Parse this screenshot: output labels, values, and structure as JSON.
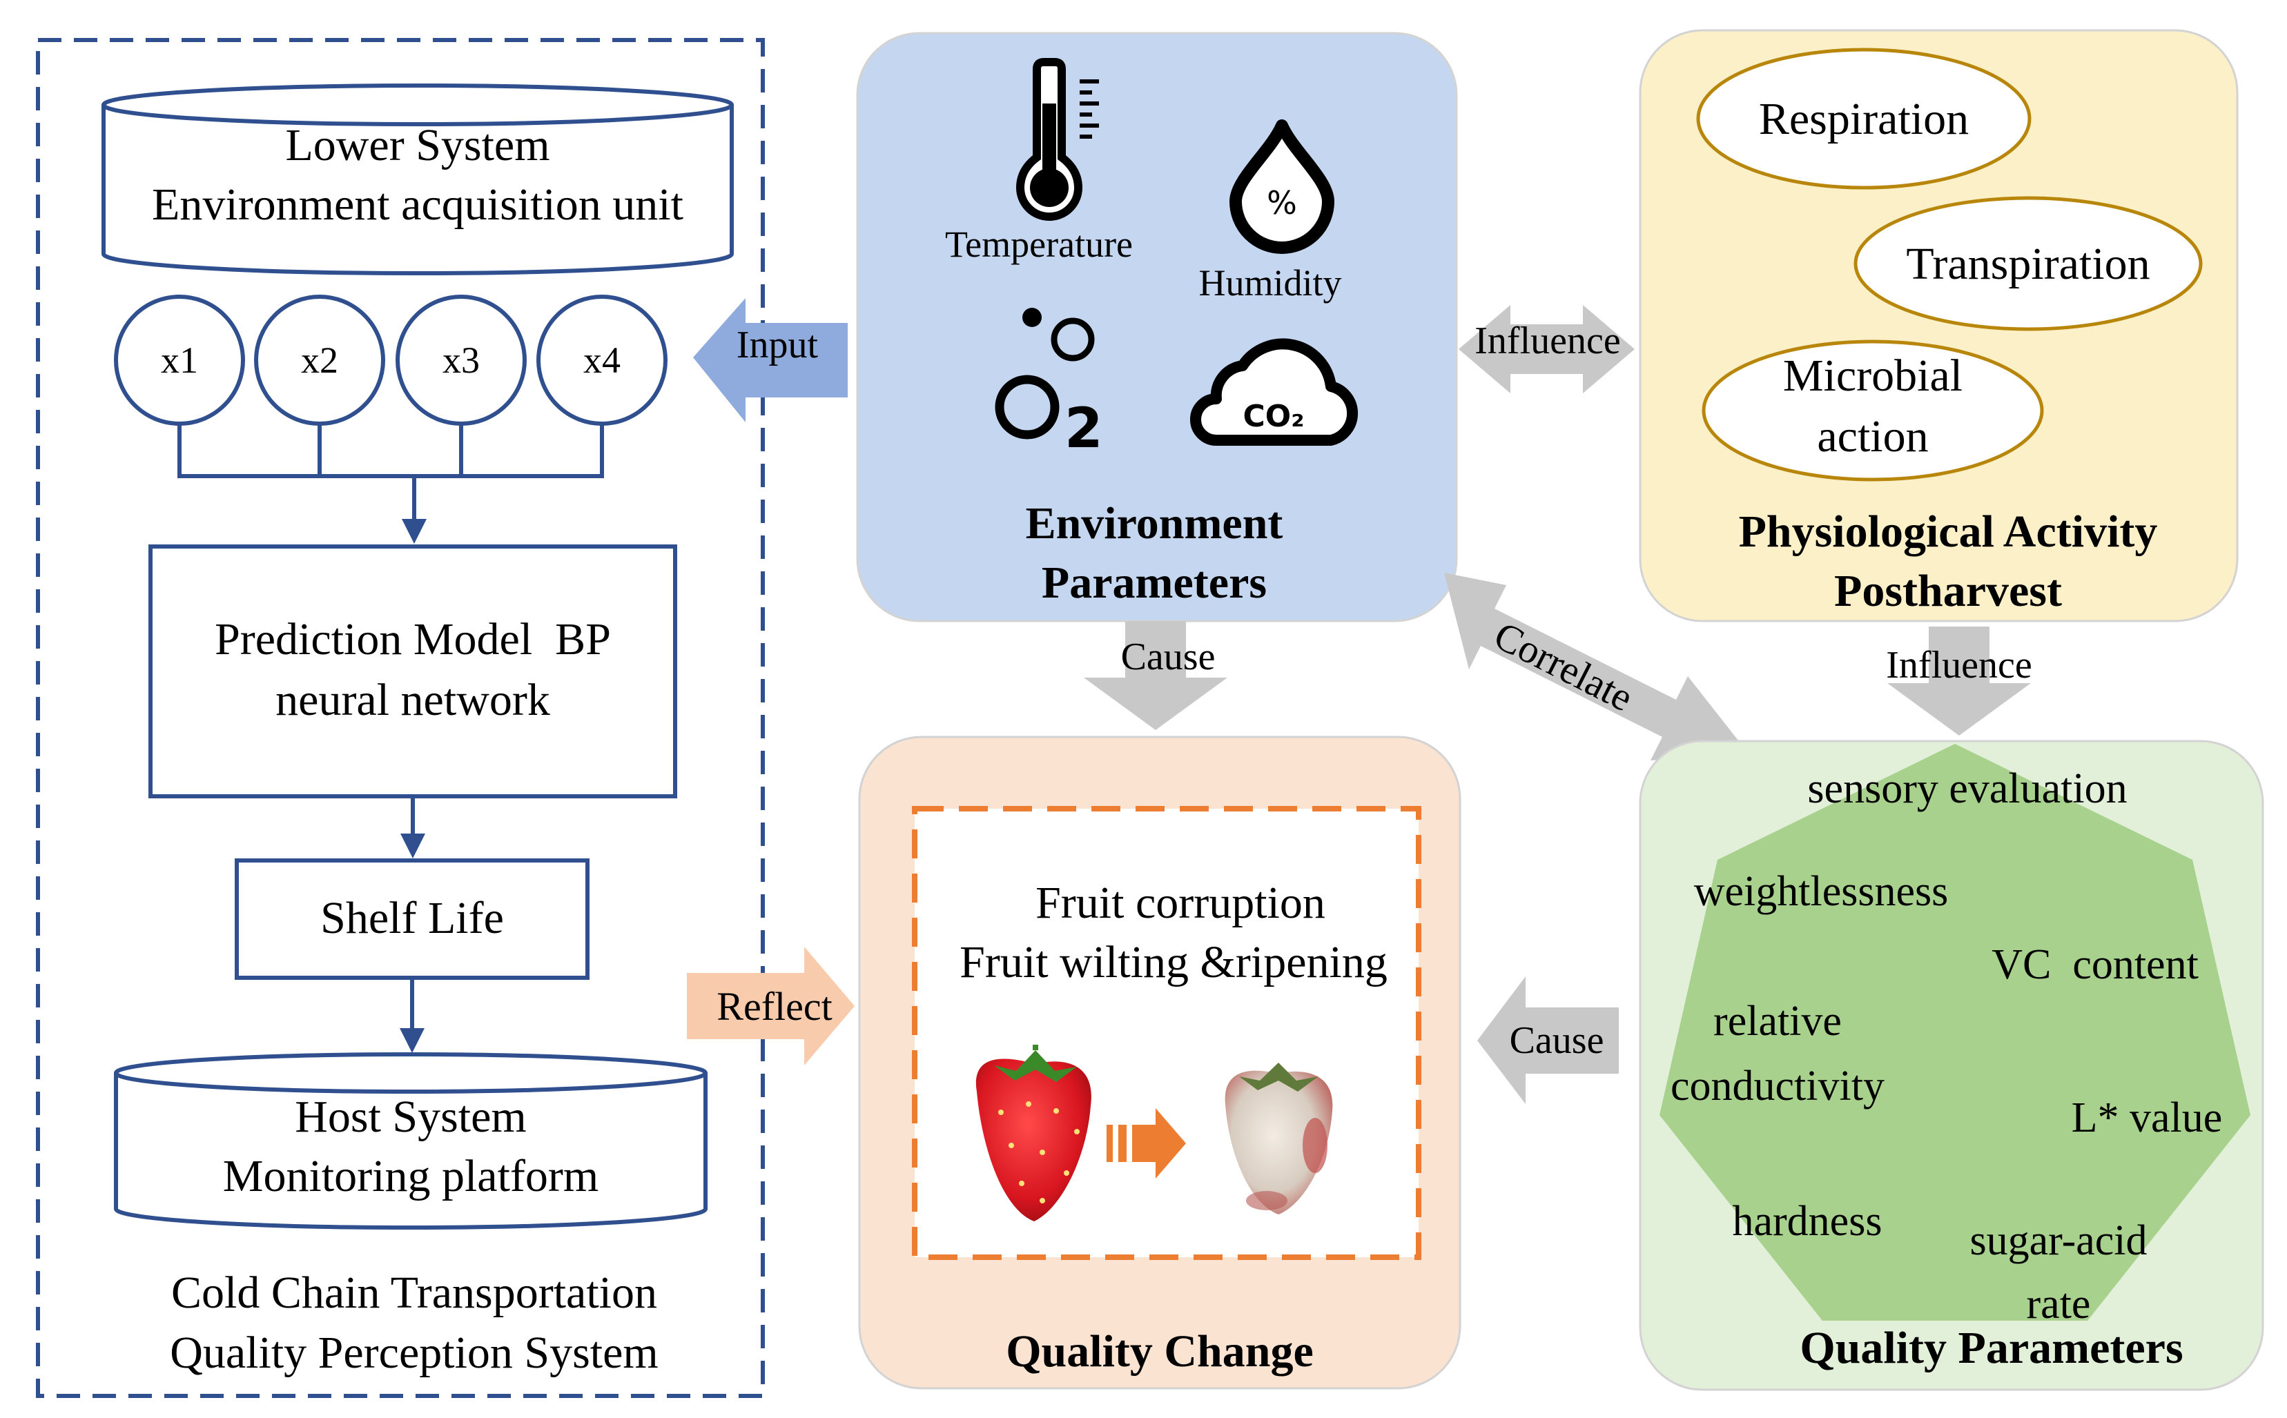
{
  "system": {
    "lower_line1": "Lower System",
    "lower_line2": "Environment acquisition unit",
    "inputs": [
      "x1",
      "x2",
      "x3",
      "x4"
    ],
    "model_line1": "Prediction Model  BP",
    "model_line2": "neural network",
    "shelf_life": "Shelf Life",
    "host_line1": "Host System",
    "host_line2": "Monitoring platform",
    "caption_line1": "Cold Chain Transportation",
    "caption_line2": "Quality Perception System"
  },
  "environment": {
    "temperature": "Temperature",
    "humidity": "Humidity",
    "title_line1": "Environment",
    "title_line2": "Parameters"
  },
  "physiology": {
    "respiration": "Respiration",
    "transpiration": "Transpiration",
    "microbial_line1": "Microbial",
    "microbial_line2": "action",
    "title_line1": "Physiological Activity",
    "title_line2": "Postharvest"
  },
  "quality_change": {
    "line1": "Fruit corruption",
    "line2": "Fruit wilting &ripening",
    "title": "Quality Change"
  },
  "quality_params": {
    "sensory": "sensory evaluation",
    "weight": "weightlessness",
    "vc": "VC  content",
    "relative": "relative",
    "conductivity": "conductivity",
    "lvalue": "L* value",
    "hardness": "hardness",
    "sugar": "sugar-acid",
    "rate": "rate",
    "title": "Quality Parameters"
  },
  "arrows": {
    "input": "Input",
    "influence_h": "Influence",
    "cause_down": "Cause",
    "correlate": "Correlate",
    "influence_down": "Influence",
    "reflect": "Reflect",
    "cause_left": "Cause"
  },
  "colors": {
    "navy": "#2f4f8f",
    "env_bg": "#c5d7f0",
    "phys_bg": "#fbf0c8",
    "qc_bg": "#fbe3d2",
    "qp_bg": "#e2efd9",
    "qp_poly": "#a9d18e",
    "oval_border": "#b8860b",
    "orange": "#ed7d31",
    "gray_arrow": "#c8c8c8",
    "blue_arrow": "#8faadc",
    "peach_arrow": "#f8cbad"
  }
}
